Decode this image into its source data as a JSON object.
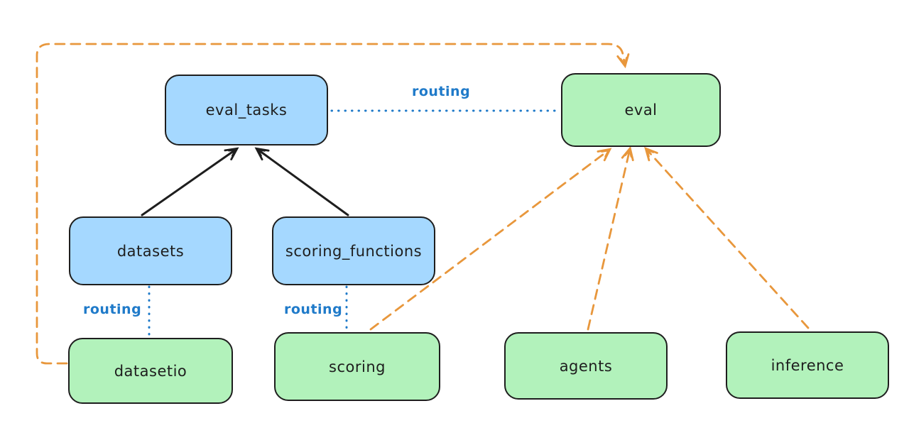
{
  "diagram": {
    "colors": {
      "background": "#ffffff",
      "node_border": "#1e1e1e",
      "blue_fill": "#a5d8ff",
      "green_fill": "#b2f2bb",
      "routing_blue": "#1f7ac9",
      "arrow_black": "#1e1e1e",
      "arrow_orange": "#e8973c"
    },
    "nodes": {
      "eval_tasks": {
        "label": "eval_tasks",
        "fill": "blue"
      },
      "eval": {
        "label": "eval",
        "fill": "green"
      },
      "datasets": {
        "label": "datasets",
        "fill": "blue"
      },
      "scoring_functions": {
        "label": "scoring_functions",
        "fill": "blue"
      },
      "datasetio": {
        "label": "datasetio",
        "fill": "green"
      },
      "scoring": {
        "label": "scoring",
        "fill": "green"
      },
      "agents": {
        "label": "agents",
        "fill": "green"
      },
      "inference": {
        "label": "inference",
        "fill": "green"
      }
    },
    "edge_labels": {
      "eval_tasks_eval": "routing",
      "datasets_datasetio": "routing",
      "scoring_functions_scoring": "routing"
    },
    "edges": [
      {
        "from": "datasets",
        "to": "eval_tasks",
        "style": "solid-black-arrow"
      },
      {
        "from": "scoring_functions",
        "to": "eval_tasks",
        "style": "solid-black-arrow"
      },
      {
        "from": "eval_tasks",
        "to": "eval",
        "style": "dotted-blue",
        "label": "routing"
      },
      {
        "from": "datasets",
        "to": "datasetio",
        "style": "dotted-blue",
        "label": "routing"
      },
      {
        "from": "scoring_functions",
        "to": "scoring",
        "style": "dotted-blue",
        "label": "routing"
      },
      {
        "from": "datasetio",
        "to": "eval",
        "style": "dashed-orange-arrow"
      },
      {
        "from": "scoring",
        "to": "eval",
        "style": "dashed-orange-arrow"
      },
      {
        "from": "agents",
        "to": "eval",
        "style": "dashed-orange-arrow"
      },
      {
        "from": "inference",
        "to": "eval",
        "style": "dashed-orange-arrow"
      }
    ]
  }
}
